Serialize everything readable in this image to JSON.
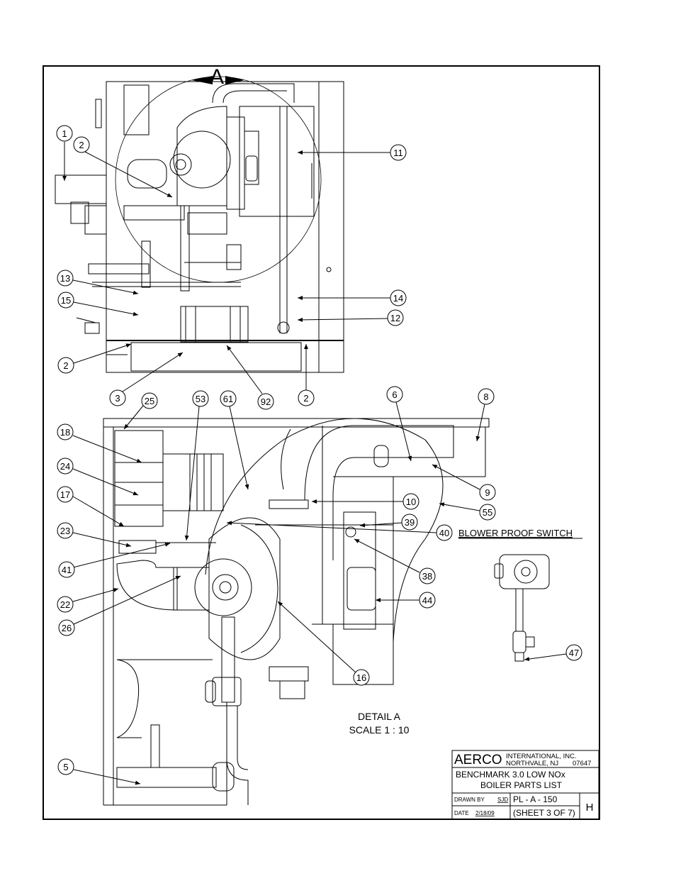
{
  "section_marker": "A",
  "detail": {
    "title": "DETAIL A",
    "scale": "SCALE 1 : 10",
    "blower_proof_switch": "BLOWER PROOF SWITCH"
  },
  "callouts_top": [
    "1",
    "2",
    "11",
    "13",
    "15",
    "14",
    "12",
    "2",
    "3",
    "92",
    "2"
  ],
  "callouts_bottom": [
    "25",
    "53",
    "61",
    "6",
    "8",
    "18",
    "24",
    "9",
    "17",
    "10",
    "55",
    "39",
    "40",
    "23",
    "41",
    "38",
    "44",
    "22",
    "26",
    "47",
    "16",
    "5"
  ],
  "title_block": {
    "company": "AERCO",
    "company_line1": "INTERNATIONAL, INC.",
    "company_line2": "NORTHVALE, NJ",
    "zip": "07647",
    "title_line1": "BENCHMARK 3.0 LOW NOx",
    "title_line2": "BOILER PARTS LIST",
    "drawn_by_label": "DRAWN BY",
    "drawn_by": "SJD",
    "date_label": "DATE",
    "date": "2/18/09",
    "drawing_number": "PL - A - 150",
    "sheet": "(SHEET 3 OF 7)",
    "revision": "H"
  }
}
